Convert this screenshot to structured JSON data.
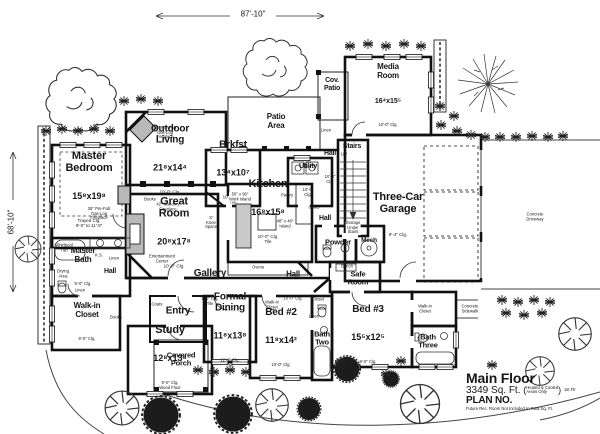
{
  "dims": {
    "width": "87'-10\"",
    "height": "68'-10\""
  },
  "rooms": {
    "master_bedroom": {
      "name": "Master\nBedroom",
      "dims": "15⁸x19⁸",
      "note": "Trayed Clg.\n9'-0\" to 11'-0\""
    },
    "outdoor_living": {
      "name": "Outdoor\nLiving",
      "dims": "21⁸x14⁴",
      "note": "10'-0\" Clg."
    },
    "great_room": {
      "name": "Great\nRoom",
      "dims": "20⁸x17⁸",
      "note": "10'-0\" Clg."
    },
    "brkfst": {
      "name": "Brkfst",
      "dims": "13⁴x10⁷",
      "note": "10'-0\" Clg.\nTile"
    },
    "kitchen": {
      "name": "Kitchen",
      "dims": "16⁸x15⁸",
      "note": "10'-0\" Clg.\nTile"
    },
    "media_room": {
      "name": "Media\nRoom",
      "dims": "16⁴x15⁵",
      "note": "10'-0\" Clg."
    },
    "garage": {
      "name": "Three-Car\nGarage",
      "note": "9'-4\" Clg."
    },
    "formal_dining": {
      "name": "Formal\nDining",
      "dims": "11⁸x13⁸",
      "note": "12'-0\" Clg.\nTile"
    },
    "bed2": {
      "name": "Bed #2",
      "dims": "11⁸x14²",
      "note": "10'-0\" Clg."
    },
    "bed3": {
      "name": "Bed #3",
      "dims": "15⁵x12⁵",
      "note": "9'-0\" Clg."
    },
    "study": {
      "name": "Study",
      "dims": "12⁸x13⁸",
      "note": "9'-0\" Clg.\nWood Floor"
    },
    "master_bath": {
      "name": "Master\nBath",
      "note": "9'-0\" Clg."
    },
    "walkin_closet": {
      "name": "Walk-in\nCloset",
      "note": "9'-0\" Clg."
    },
    "entry": {
      "name": "Entry"
    },
    "gallery": {
      "name": "Gallery",
      "note": "9'-0\" Clg.\nTile"
    },
    "covered_porch": {
      "name": "Covered\nPorch"
    },
    "cov_patio": {
      "name": "Cov.\nPatio"
    },
    "patio_area": {
      "name": "Patio\nArea"
    },
    "utility": {
      "name": "Utility",
      "note": "10'-0\"\nClg."
    },
    "stairs": {
      "name": "Stairs"
    },
    "powder": {
      "name": "Powder"
    },
    "mech": {
      "name": "Mech"
    },
    "safe_room": {
      "name": "Safe\nRoom"
    },
    "bath_two": {
      "name": "Bath\nTwo"
    },
    "bath_three": {
      "name": "Bath\nThree"
    },
    "hall_stairs": {
      "name": "Hall",
      "note": "10'-0\"\nClg."
    },
    "hall_kitchen": {
      "name": "Hall"
    },
    "hall_gallery": {
      "name": "Hall",
      "note": "10'-0\" Clg."
    },
    "hall_master": {
      "name": "Hall"
    }
  },
  "labels": {
    "up": "UP",
    "storage_under_stairs": "Storage\nUnder\nStairs",
    "linen": "Linen",
    "coats": "Coats",
    "books": "Books",
    "pantry": "Pantry",
    "ovens": "Ovens",
    "bench": "Bench",
    "ks": "K.S.",
    "whirlpool_tub": "Whirlpool\nTub",
    "drying_area": "Drying\nArea",
    "work_island": "50\" x 96\"\nWork Island",
    "island": "48\" x 48\"\nIsland",
    "knee_space": "8'\nKnee\nSpace",
    "entertainment_center": "Entertainment\nCenter",
    "masonry_fireplace": "42\" Masonry\nFireplace",
    "prefab_fireplace": "36\" Pre-Fab\nGas-Log\nFireplace",
    "walkin_closet_small": "Walk-in\nCloset",
    "closet": "Closet"
  },
  "site": {
    "concrete_driveway": "Concrete\nDriveway",
    "concrete_sidewalk": "Concrete\nSidewalk"
  },
  "footer": {
    "title": "Main Floor",
    "sqft": "3349 Sq. Ft.",
    "sqft_note": "Heated & Cooled\nAreas Only",
    "sqft_suffix": "1st Flr",
    "plan_no": "PLAN NO.",
    "footnote": "Future Rec. Room Not Included In Total Sq. Ft."
  }
}
